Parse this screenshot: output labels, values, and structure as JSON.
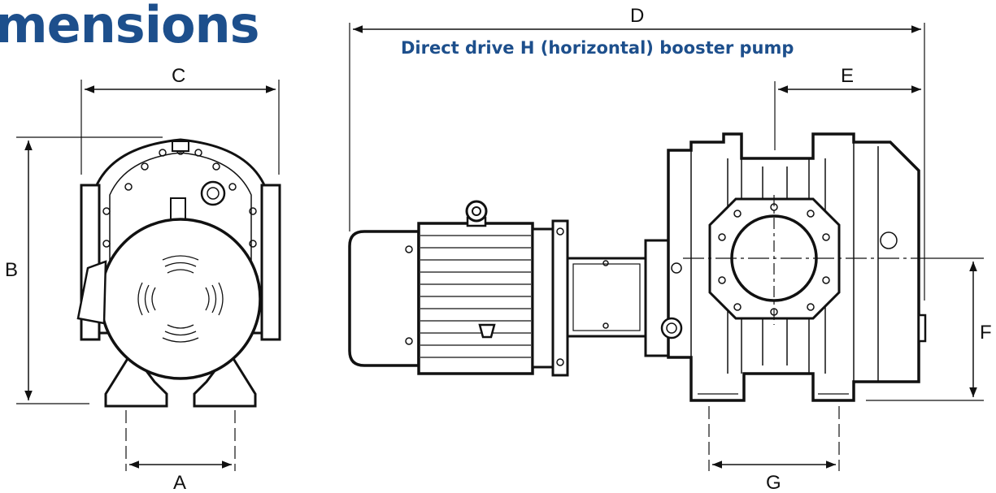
{
  "heading": "mensions",
  "subtitle": "Direct drive H (horizontal) booster pump",
  "dimensions": {
    "A": "A",
    "B": "B",
    "C": "C",
    "D": "D",
    "E": "E",
    "F": "F",
    "G": "G"
  },
  "colors": {
    "heading": "#1d4f8c",
    "line": "#111111",
    "background": "#ffffff"
  }
}
